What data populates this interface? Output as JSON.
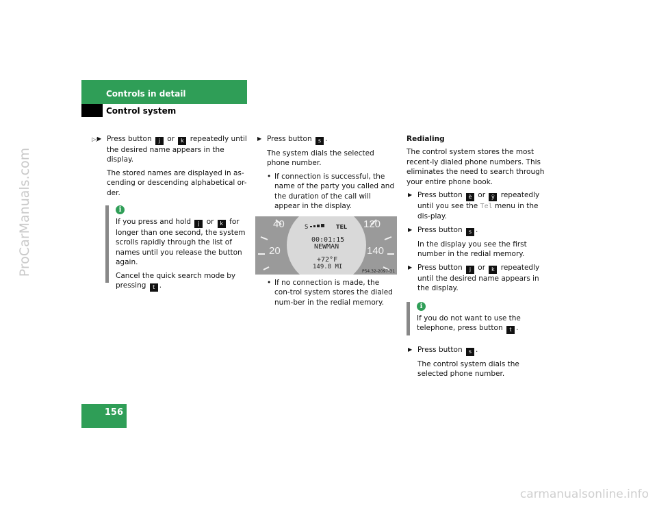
{
  "watermark_side": "ProCarManuals.com",
  "watermark_bottom": "carmanualsonline.info",
  "header": {
    "section": "Controls in detail",
    "subsection": "Control system"
  },
  "page_number": "156",
  "continued_marker": "▷▷",
  "col1": {
    "step1_a": "Press button",
    "step1_k1": "j",
    "step1_or": "or",
    "step1_k2": "k",
    "step1_b": "repeatedly until the desired name appears in the display.",
    "para": "The stored names are displayed in as-cending or descending alphabetical or-der.",
    "info_1a": "If you press and hold",
    "info_k1": "j",
    "info_or": "or",
    "info_k2": "k",
    "info_1b": "for longer than one second, the system scrolls rapidly through the list of names until you release the button again.",
    "info_2a": "Cancel the quick search mode by pressing",
    "info_k3": "t",
    "info_2b": "."
  },
  "col2": {
    "step_a": "Press button",
    "step_k": "s",
    "step_b": ".",
    "para": "The system dials the selected phone number.",
    "bullet1": "If connection is successful, the name of the party you called and the duration of the call will appear in the display.",
    "bullet2": "If no connection is made, the con-trol system stores the dialed num-ber in the redial memory.",
    "display": {
      "tel": "TEL",
      "time": "00:01:15",
      "name": "NEWMAN",
      "temp": "+72°F",
      "miles": "149.8 MI",
      "speed_40": "40",
      "speed_20": "20",
      "speed_120": "120",
      "speed_140": "140",
      "code": "P54.32-2097-31"
    }
  },
  "col3": {
    "heading": "Redialing",
    "para": "The control system stores the most recent-ly dialed phone numbers. This eliminates the need to search through your entire phone book.",
    "s1_a": "Press button",
    "s1_k1": "è",
    "s1_or": "or",
    "s1_k2": "ÿ",
    "s1_b": "repeatedly until you see the",
    "s1_tel": "Tel",
    "s1_c": "menu in the dis-play.",
    "s2_a": "Press button",
    "s2_k": "s",
    "s2_b": ".",
    "s2_para": "In the display you see the first number in the redial memory.",
    "s3_a": "Press button",
    "s3_k1": "j",
    "s3_or": "or",
    "s3_k2": "k",
    "s3_b": "repeatedly until the desired name appears in the display.",
    "info_a": "If you do not want to use the telephone, press button",
    "info_k": "t",
    "info_b": ".",
    "s4_a": "Press button",
    "s4_k": "s",
    "s4_b": ".",
    "s4_para": "The control system dials the selected phone number."
  }
}
